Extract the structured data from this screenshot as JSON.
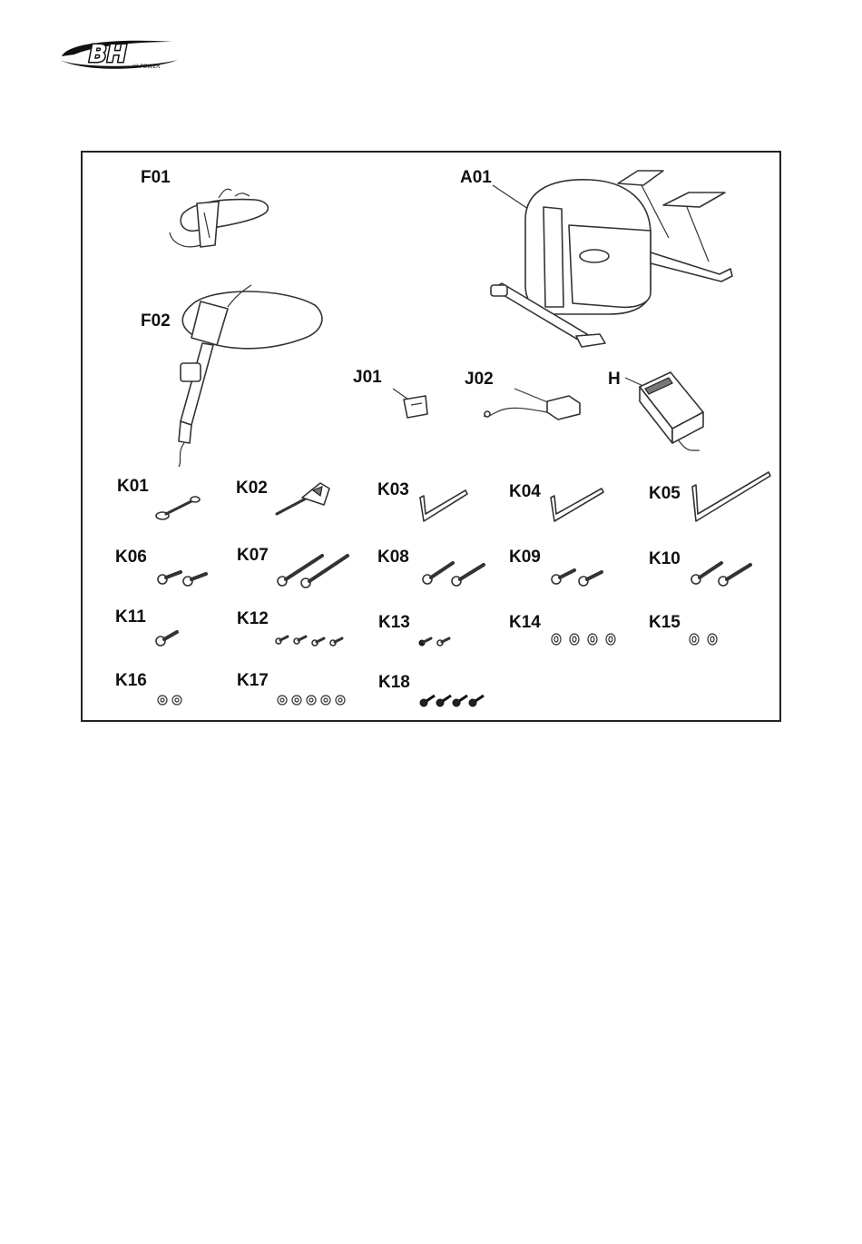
{
  "brand": {
    "logo_text": "BH",
    "logo_subtext": "HI POWER",
    "logo_color": "#111111"
  },
  "parts": {
    "F01": "F01",
    "F02": "F02",
    "A01": "A01",
    "J01": "J01",
    "J02": "J02",
    "H": "H",
    "K01": "K01",
    "K02": "K02",
    "K03": "K03",
    "K04": "K04",
    "K05": "K05",
    "K06": "K06",
    "K07": "K07",
    "K08": "K08",
    "K09": "K09",
    "K10": "K10",
    "K11": "K11",
    "K12": "K12",
    "K13": "K13",
    "K14": "K14",
    "K15": "K15",
    "K16": "K16",
    "K17": "K17",
    "K18": "K18"
  }
}
